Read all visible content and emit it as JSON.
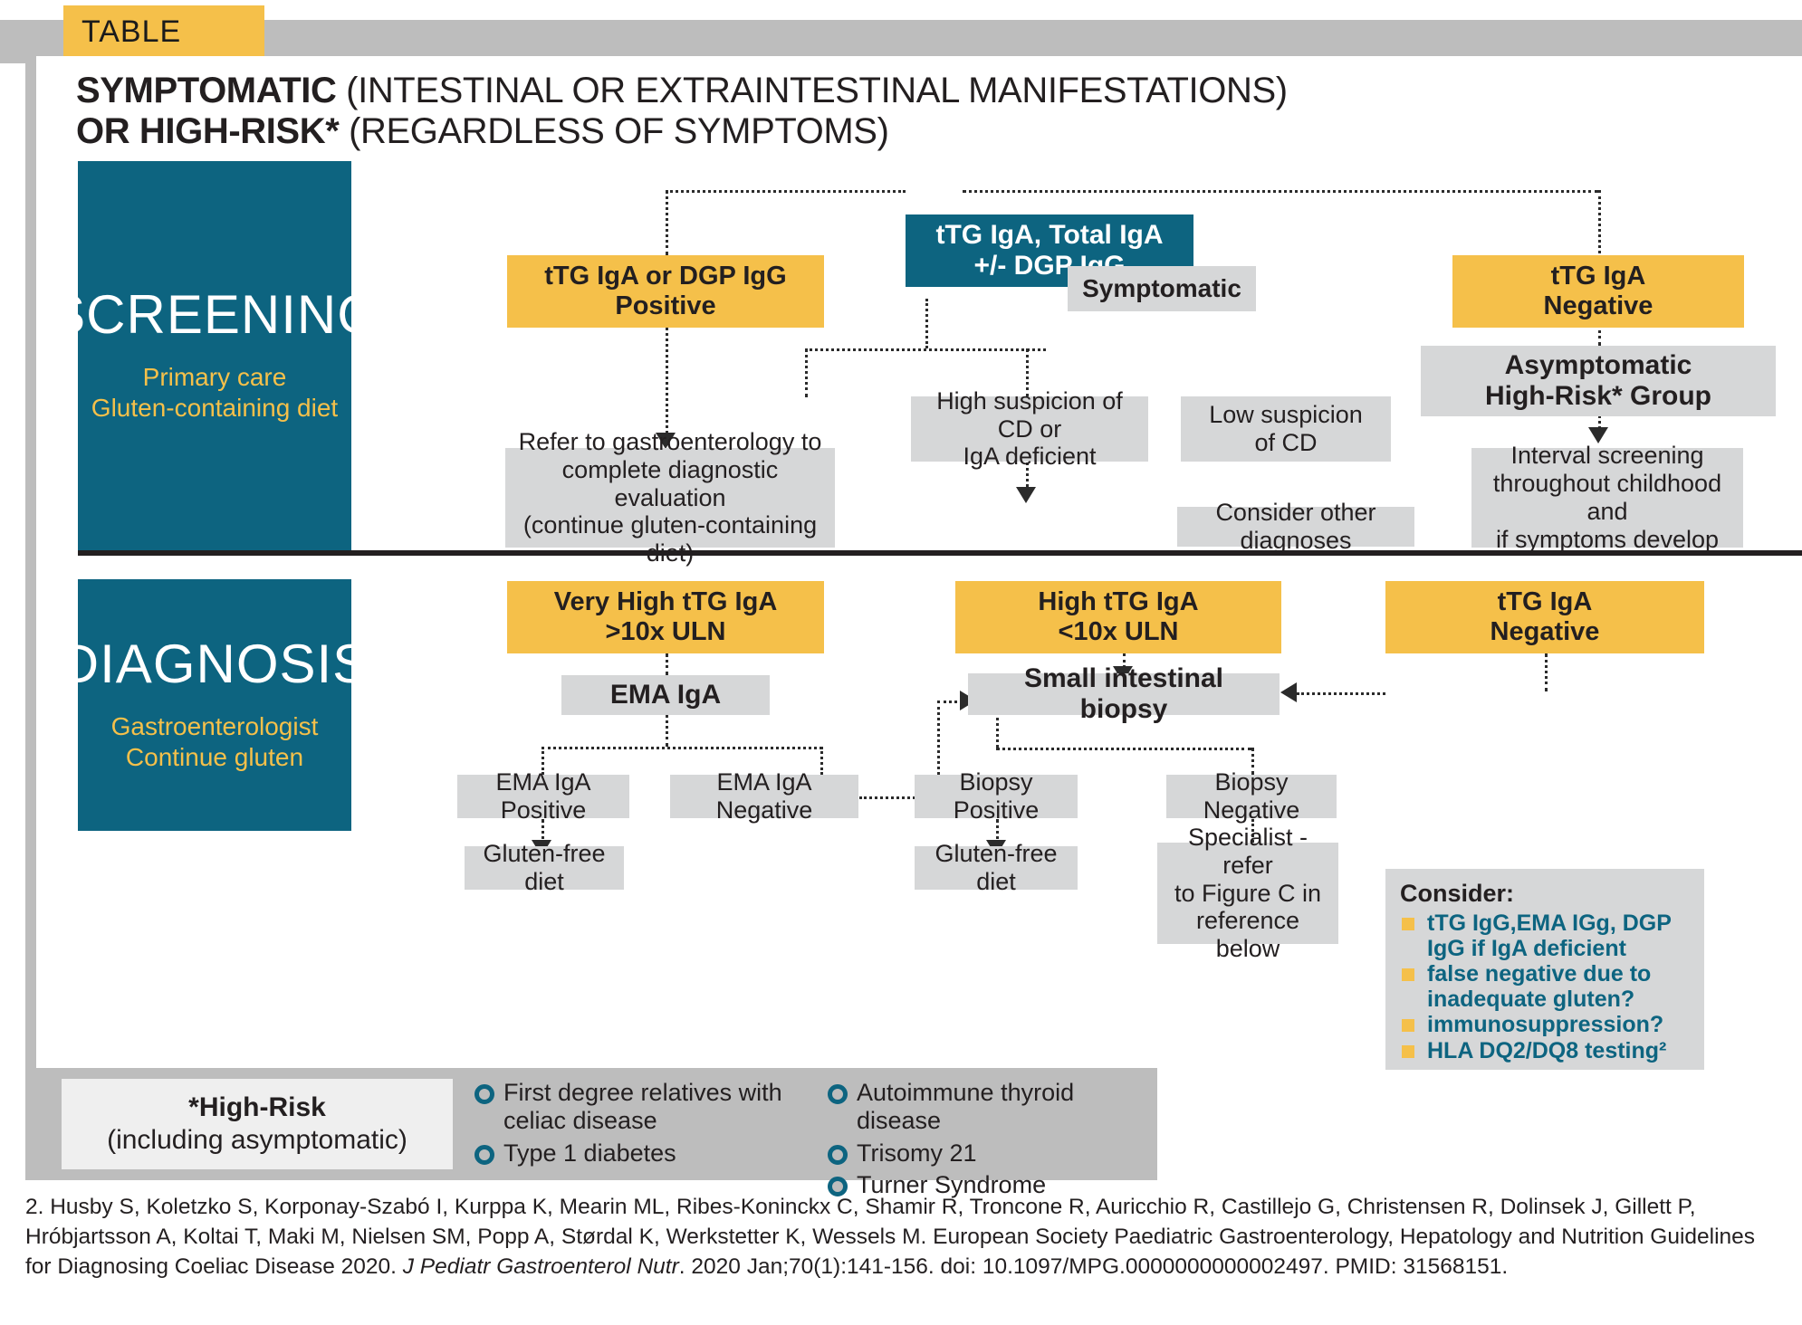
{
  "tag": {
    "label": "TABLE"
  },
  "headline": {
    "bold1": "SYMPTOMATIC",
    "rest1": " (INTESTINAL OR EXTRAINTESTINAL MANIFESTATIONS)",
    "bold2": "OR HIGH-RISK*",
    "rest2": " (REGARDLESS OF SYMPTOMS)"
  },
  "sections": {
    "screening": {
      "title": "SCREENING",
      "sub_line1": "Primary care",
      "sub_line2": "Gluten-containing diet"
    },
    "diagnosis": {
      "title": "DIAGNOSIS",
      "sub_line1": "Gastroenterologist",
      "sub_line2": "Continue gluten"
    }
  },
  "screening_flow": {
    "root": "tTG IgA, Total IgA\n+/- DGP IgG",
    "positive": "tTG IgA or DGP IgG\nPositive",
    "symptomatic": "Symptomatic",
    "negative": "tTG IgA\nNegative",
    "high_suspicion": "High suspicion of CD or\nIgA deficient",
    "low_suspicion": "Low suspicion\nof CD",
    "asymptomatic_group": "Asymptomatic\nHigh-Risk* Group",
    "refer": "Refer to gastroenterology to\ncomplete diagnostic evaluation\n(continue gluten-containing diet)",
    "consider_other": "Consider other diagnoses",
    "interval_screening": "Interval screening\nthroughout childhood and\nif symptoms develop"
  },
  "diagnosis_flow": {
    "very_high": "Very High tTG IgA\n>10x ULN",
    "high": "High tTG IgA\n<10x ULN",
    "negative": "tTG IgA\nNegative",
    "ema_iga": "EMA IgA",
    "biopsy": "Small intestinal biopsy",
    "ema_positive": "EMA IgA Positive",
    "ema_negative": "EMA IgA Negative",
    "biopsy_positive": "Biopsy Positive",
    "biopsy_negative": "Biopsy Negative",
    "gfd_left": "Gluten-free diet",
    "gfd_right": "Gluten-free diet",
    "specialist": "Specialist - refer\nto Figure C in\nreference below"
  },
  "consider": {
    "heading": "Consider:",
    "items": [
      "tTG IgG,EMA IGg, DGP IgG if IgA deficient",
      "false negative due to inadequate gluten?",
      "immunosuppression?",
      "HLA DQ2/DQ8 testing²"
    ]
  },
  "high_risk": {
    "label_bold": "*High-Risk",
    "label_paren": "(including asymptomatic)",
    "col1": [
      "First degree relatives with celiac disease",
      "Type 1 diabetes"
    ],
    "col2": [
      "Autoimmune thyroid disease",
      "Trisomy 21",
      "Turner Syndrome"
    ]
  },
  "citation": {
    "part1": "2. Husby S, Koletzko S, Korponay-Szabó I, Kurppa K, Mearin ML, Ribes-Koninckx C, Shamir R, Troncone R, Auricchio R, Castillejo G, Christensen R, Dolinsek J, Gillett P, Hróbjartsson A, Koltai T, Maki M, Nielsen SM, Popp A, Størdal K, Werkstetter K, Wessels M. European Society Paediatric Gastroenterology, Hepatology and Nutrition Guidelines for Diagnosing Coeliac Disease 2020. ",
    "journal": "J Pediatr Gastroenterol Nutr",
    "part2": ". 2020 Jan;70(1):141-156. doi: 10.1097/MPG.0000000000002497. PMID: 31568151."
  },
  "colors": {
    "teal": "#0d6480",
    "amber": "#f5c04a",
    "grey_box": "#d6d7d8",
    "band_grey": "#bdbdbd",
    "ink": "#231f20"
  }
}
